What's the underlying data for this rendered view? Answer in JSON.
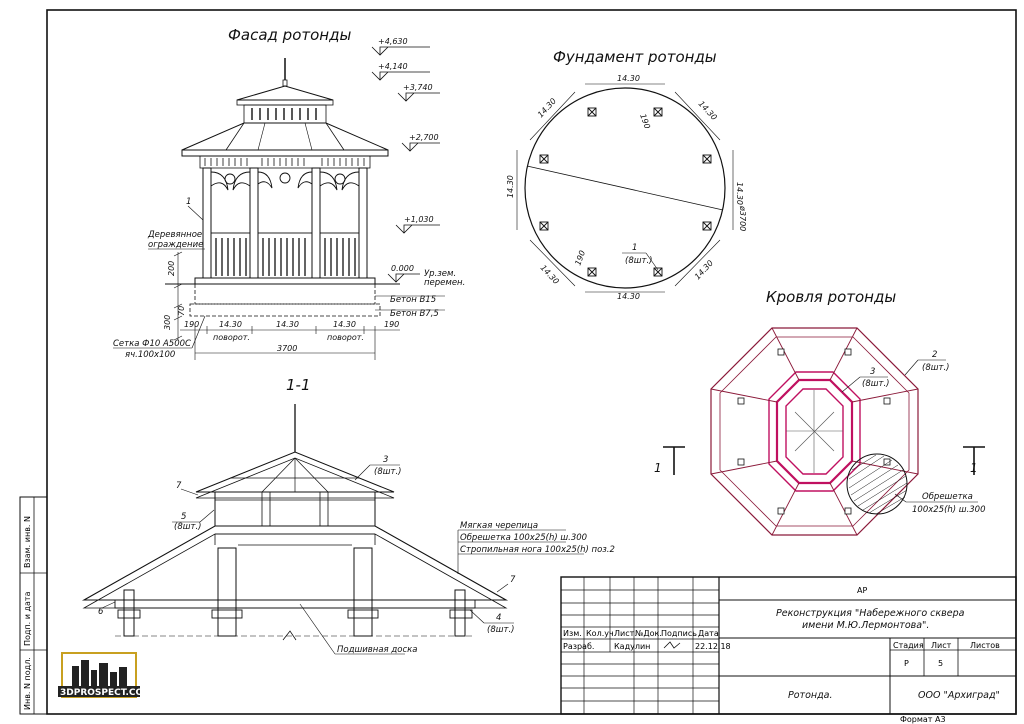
{
  "facade": {
    "title": "Фасад ротонды",
    "elevations": [
      "+4,630",
      "+4,140",
      "+3,740",
      "+2,700",
      "+1,030",
      "0.000"
    ],
    "ground_label_1": "Ур.зем.",
    "ground_label_2": "перемен.",
    "concrete_1": "Бетон В15",
    "concrete_2": "Бетон В7,5",
    "fence_label_1": "Деревянное",
    "fence_label_2": "ограждение",
    "callout_1": "1",
    "mesh_1": "Сетка Ф10 А500С",
    "mesh_2": "яч.100х100",
    "dims": {
      "h200": "200",
      "h300": "300",
      "h70": "70",
      "s190a": "190",
      "s1430a": "14.30",
      "s1430b": "14.30",
      "s1430c": "14.30",
      "s190b": "190",
      "turn_a": "поворот.",
      "turn_b": "поворот.",
      "total": "3700"
    }
  },
  "foundation": {
    "title": "Фундамент ротонды",
    "dims": [
      "14.30",
      "14.30",
      "14.30",
      "14.30",
      "14.30",
      "14.30",
      "14.30",
      "14.30"
    ],
    "d190a": "190",
    "d190b": "190",
    "diameter": "ø3700",
    "callout_num": "1",
    "callout_qty": "(8шт.)"
  },
  "roof": {
    "title": "Кровля ротонды",
    "callout3_num": "3",
    "callout3_qty": "(8шт.)",
    "callout2_num": "2",
    "callout2_qty": "(8шт.)",
    "lathing_1": "Обрешетка",
    "lathing_2": "100х25(h) ш.300",
    "section_mark_left": "1",
    "section_mark_right": "1"
  },
  "section": {
    "title": "1-1",
    "callout3_num": "3",
    "callout3_qty": "(8шт.)",
    "callout7a": "7",
    "callout5_num": "5",
    "callout5_qty": "(8шт.)",
    "callout6": "6",
    "callout7b": "7",
    "callout4_num": "4",
    "callout4_qty": "(8шт.)",
    "soft_tile": "Мягкая черепица",
    "lathing": "Обрешетка 100х25(h) ш.300",
    "rafter": "Стропильная нога 100х25(h) поз.2",
    "soffit": "Подшивная доска"
  },
  "title_block": {
    "code": "АР",
    "project_1": "Реконструкция \"Набережного сквера",
    "project_2": "имени М.Ю.Лермонтова\".",
    "h_izm": "Изм.",
    "h_kol": "Кол.уч.",
    "h_list": "Лист",
    "h_ndok": "№Док.",
    "h_podp": "Подпись",
    "h_data": "Дата",
    "role": "Разраб.",
    "name": "Кадулин",
    "date": "22.12.18",
    "stage_h": "Стадия",
    "sheet_h": "Лист",
    "sheets_h": "Листов",
    "stage": "Р",
    "sheet": "5",
    "sheets": "",
    "drawing": "Ротонда.",
    "company": "ООО \"Архиград\"",
    "format": "Формат А3"
  },
  "side_stamp": {
    "s1": "Взам. инв. N",
    "s2": "Подп. и дата",
    "s3": "Инв. N подл."
  },
  "logo": {
    "text": "3DPROSPECT.COM"
  }
}
